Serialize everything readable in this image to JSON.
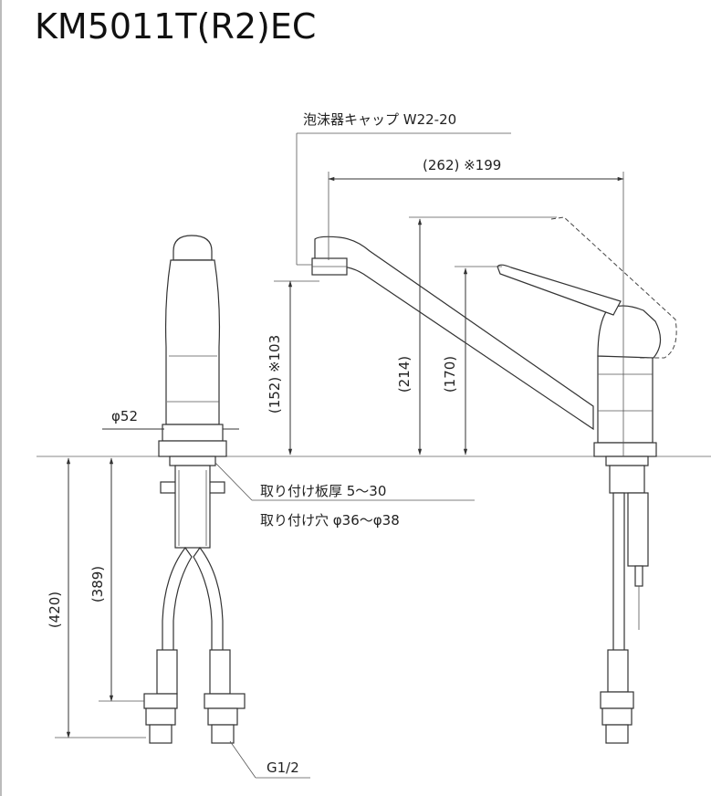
{
  "title": "KM5011T(R2)EC",
  "labels": {
    "aerator_cap": "泡沫器キャップ W22-20",
    "reach": "(262) ※199",
    "height_152": "(152) ※103",
    "height_214": "(214)",
    "height_170": "(170)",
    "diameter_base": "φ52",
    "mount_plate_thickness": "取り付け板厚 5～30",
    "mount_hole": "取り付け穴 φ36～φ38",
    "depth_420": "(420)",
    "depth_389": "(389)",
    "thread": "G1/2"
  }
}
